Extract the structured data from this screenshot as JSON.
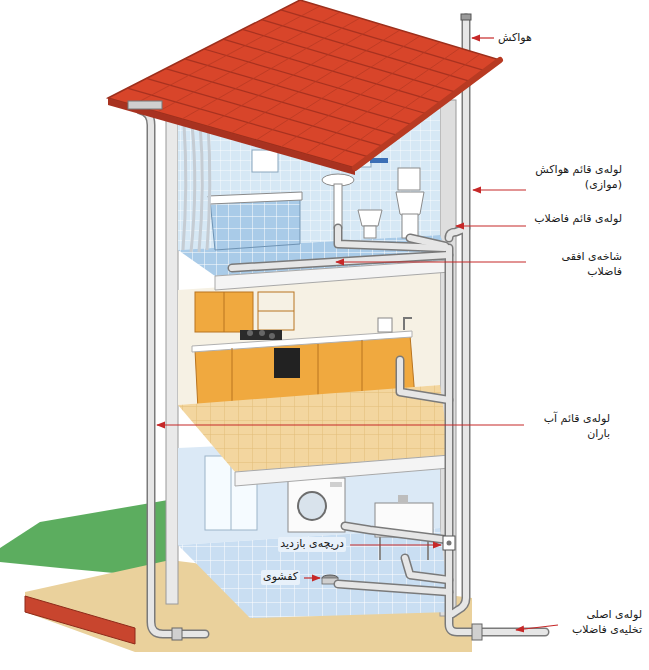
{
  "diagram": {
    "labels": [
      "هواکش",
      "لوله‌ی قائم هواکش (موازی)",
      "لوله‌ی قائم فاضلاب",
      "شاخه‌ی افقی فاضلاب",
      "لوله‌ی قائم آب باران",
      "دریچه‌ی بازدید",
      "کفشوی",
      "لوله‌ی اصلی تخلیه‌ی فاضلاب"
    ]
  }
}
